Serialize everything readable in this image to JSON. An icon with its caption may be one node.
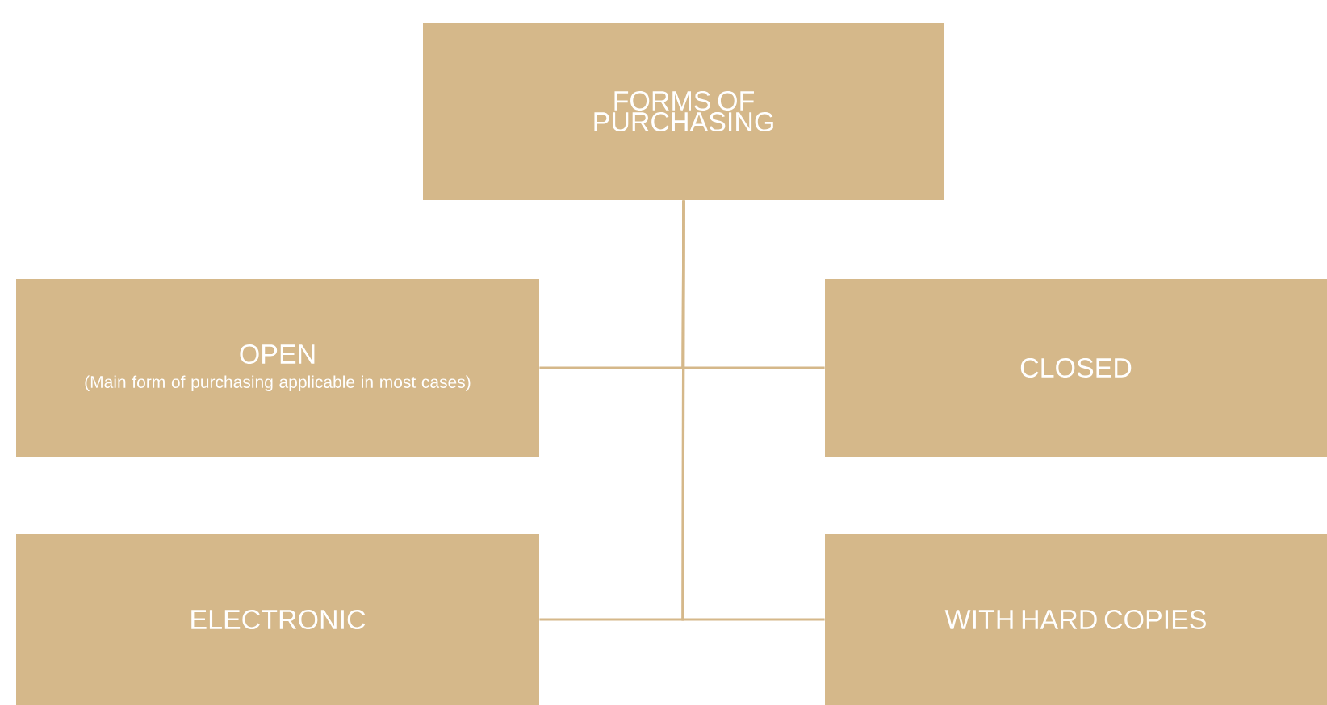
{
  "diagram": {
    "nodes": [
      {
        "text": [
          "FORMS OF PURCHASING"
        ]
      },
      {
        "text": [
          "OPEN",
          "(Main form of purchasing applicable in most cases)"
        ]
      },
      {
        "text": [
          "CLOSED"
        ]
      },
      {
        "text": [
          "ELECTRONIC"
        ]
      },
      {
        "text": [
          "WITH HARD COPIES"
        ]
      }
    ],
    "edges": [
      {
        "from": 0,
        "to": 1,
        "arrow": "none"
      },
      {
        "from": 0,
        "to": 2,
        "arrow": "none"
      },
      {
        "from": 0,
        "to": 3,
        "arrow": "none"
      },
      {
        "from": 0,
        "to": 4,
        "arrow": "none"
      }
    ]
  }
}
